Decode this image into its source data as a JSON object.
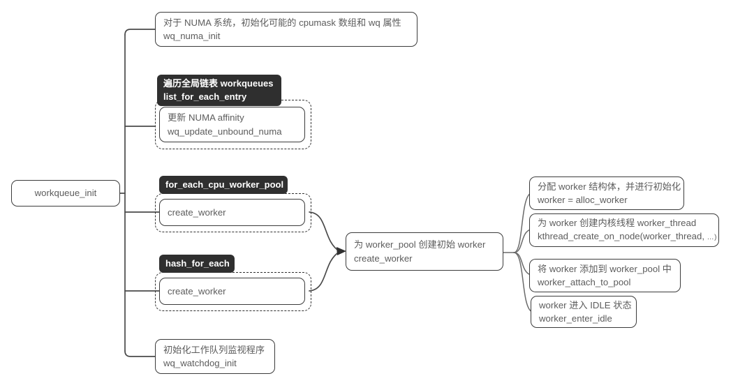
{
  "diagram": {
    "title": "workqueue_init flow",
    "colors": {
      "background": "#ffffff",
      "node_border": "#3b3b3b",
      "node_text": "#5c5c5c",
      "dark_label_bg": "#2f2f2f",
      "dark_label_text": "#ffffff",
      "dashed_border": "#2f2f2f",
      "link": "#4a4a4a"
    }
  },
  "root": {
    "label": "workqueue_init"
  },
  "branches": {
    "numa_init": {
      "line1": "对于 NUMA 系统，初始化可能的 cpumask 数组和 wq 属性",
      "line2": "wq_numa_init"
    },
    "list_for_each_entry": {
      "header_line1": "遍历全局链表 workqueues",
      "header_line2": "list_for_each_entry",
      "child_line1": "更新 NUMA affinity",
      "child_line2": "wq_update_unbound_numa"
    },
    "for_each_cpu_worker_pool": {
      "header_line1": "for_each_cpu_worker_pool",
      "child_line1": "create_worker"
    },
    "hash_for_each": {
      "header_line1": "hash_for_each",
      "child_line1": "create_worker"
    },
    "watchdog": {
      "line1": "初始化工作队列监视程序",
      "line2": "wq_watchdog_init"
    }
  },
  "center": {
    "line1": "为 worker_pool 创建初始 worker",
    "line2": "create_worker"
  },
  "steps": [
    {
      "line1": "分配 worker 结构体，并进行初始化",
      "line2": "worker = alloc_worker"
    },
    {
      "line1": "为 worker 创建内核线程 worker_thread",
      "line2": "kthread_create_on_node(worker_thread, ",
      "line2_ellipsis": "…)"
    },
    {
      "line1": "将 worker 添加到 worker_pool 中",
      "line2": "worker_attach_to_pool"
    },
    {
      "line1": "worker 进入 IDLE 状态",
      "line2": "worker_enter_idle"
    }
  ]
}
